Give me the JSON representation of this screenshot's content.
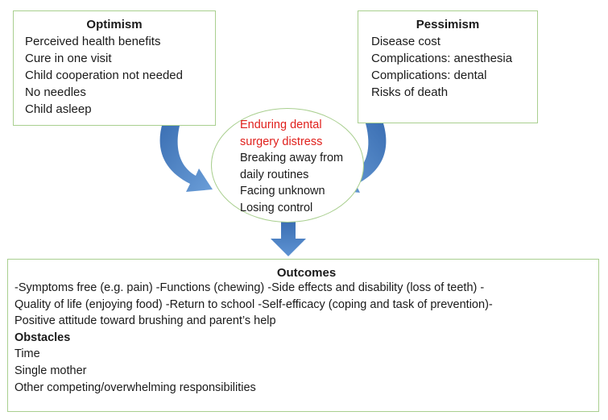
{
  "optimism": {
    "title": "Optimism",
    "items": [
      "Perceived health benefits",
      "Cure in one visit",
      "Child cooperation not needed",
      "No needles",
      "Child asleep"
    ]
  },
  "pessimism": {
    "title": "Pessimism",
    "items": [
      "Disease cost",
      "Complications: anesthesia",
      "Complications: dental",
      "Risks of death"
    ]
  },
  "center": {
    "highlight": [
      "Enduring dental",
      "surgery distress"
    ],
    "items": [
      "Breaking away from",
      "daily routines",
      "Facing unknown",
      "Losing control"
    ]
  },
  "outcomes": {
    "title": "Outcomes",
    "lines": [
      "-Symptoms free (e.g. pain)  -Functions (chewing) -Side effects and disability (loss of teeth)  -",
      "Quality of life (enjoying food) -Return to school -Self-efficacy (coping and task of prevention)-",
      "Positive attitude toward brushing and parent’s help"
    ],
    "obstacles_title": "Obstacles",
    "obstacles": [
      "Time",
      "Single mother",
      "Other competing/overwhelming responsibilities"
    ]
  },
  "colors": {
    "box_border": "#a9cf8f",
    "arrow": "#4a7fc1",
    "highlight_text": "#e0201c"
  }
}
